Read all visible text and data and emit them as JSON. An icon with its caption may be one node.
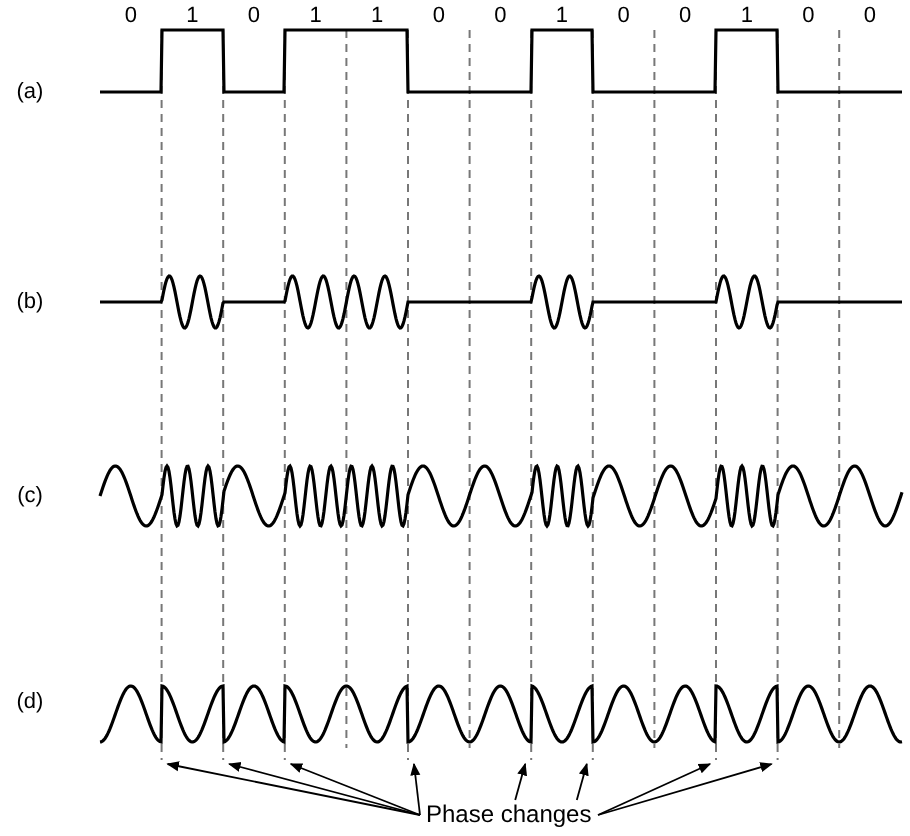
{
  "diagram": {
    "nodes": [
      {
        "text": [
          "Phase changes"
        ]
      },
      {
        "text": [],
        "shape": "picture"
      }
    ],
    "edges": [
      {
        "from": 0,
        "to": 1,
        "arrow": "to"
      },
      {
        "from": 0,
        "to": 1,
        "arrow": "to"
      },
      {
        "from": 0,
        "to": 1,
        "arrow": "to"
      },
      {
        "from": 0,
        "to": 1,
        "arrow": "to"
      },
      {
        "from": 0,
        "to": 1,
        "arrow": "to"
      },
      {
        "from": 0,
        "to": 1,
        "arrow": "to"
      },
      {
        "from": 0,
        "to": 1,
        "arrow": "to"
      },
      {
        "from": 0,
        "to": 1,
        "arrow": "to"
      }
    ],
    "labels": [
      "0",
      "1",
      "0",
      "1",
      "1",
      "0",
      "0",
      "1",
      "0",
      "0",
      "1",
      "0",
      "0",
      "(a)",
      "(b)",
      "(c)",
      "(d)"
    ]
  }
}
